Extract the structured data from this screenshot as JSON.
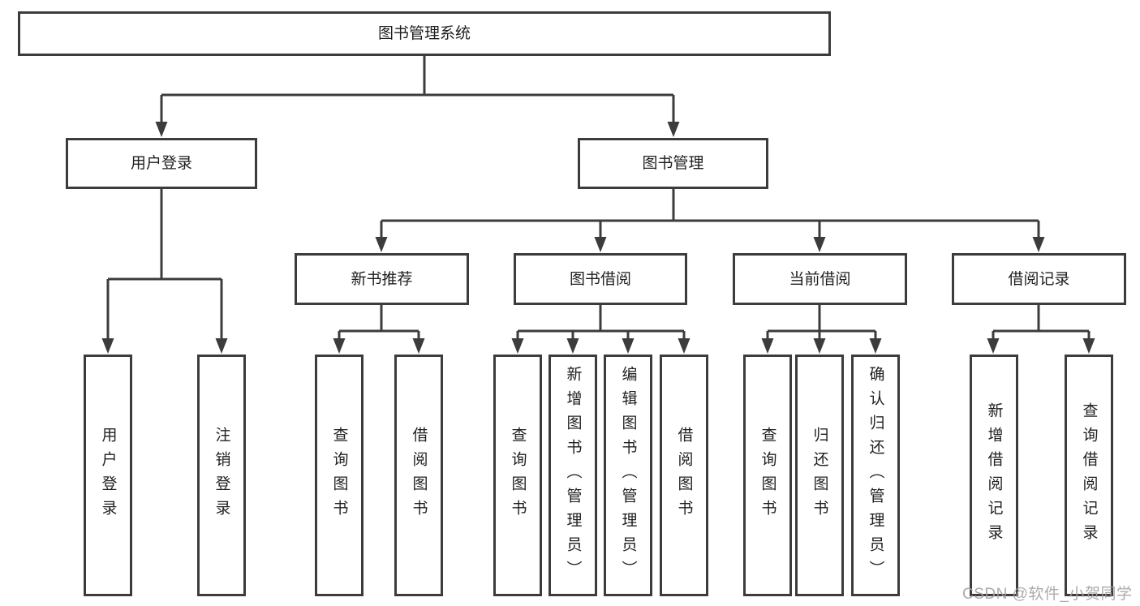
{
  "diagram": {
    "root": {
      "label": "图书管理系统"
    },
    "modules": [
      {
        "label": "用户登录"
      },
      {
        "label": "图书管理"
      }
    ],
    "sections": [
      {
        "label": "新书推荐"
      },
      {
        "label": "图书借阅"
      },
      {
        "label": "当前借阅"
      },
      {
        "label": "借阅记录"
      }
    ],
    "leaves": [
      {
        "label": "用户登录"
      },
      {
        "label": "注销登录"
      },
      {
        "label": "查询图书"
      },
      {
        "label": "借阅图书"
      },
      {
        "label": "查询图书"
      },
      {
        "label": "新增图书（管理员）"
      },
      {
        "label": "编辑图书（管理员）"
      },
      {
        "label": "借阅图书"
      },
      {
        "label": "查询图书"
      },
      {
        "label": "归还图书"
      },
      {
        "label": "确认归还（管理员）"
      },
      {
        "label": "新增借阅记录"
      },
      {
        "label": "查询借阅记录"
      }
    ]
  },
  "watermark": {
    "text": "CSDN @软件_小贺同学"
  },
  "colors": {
    "line": "#3c3c3c",
    "text": "#1f1f1f",
    "watermark": "#a3a3a3",
    "background": "#ffffff"
  }
}
